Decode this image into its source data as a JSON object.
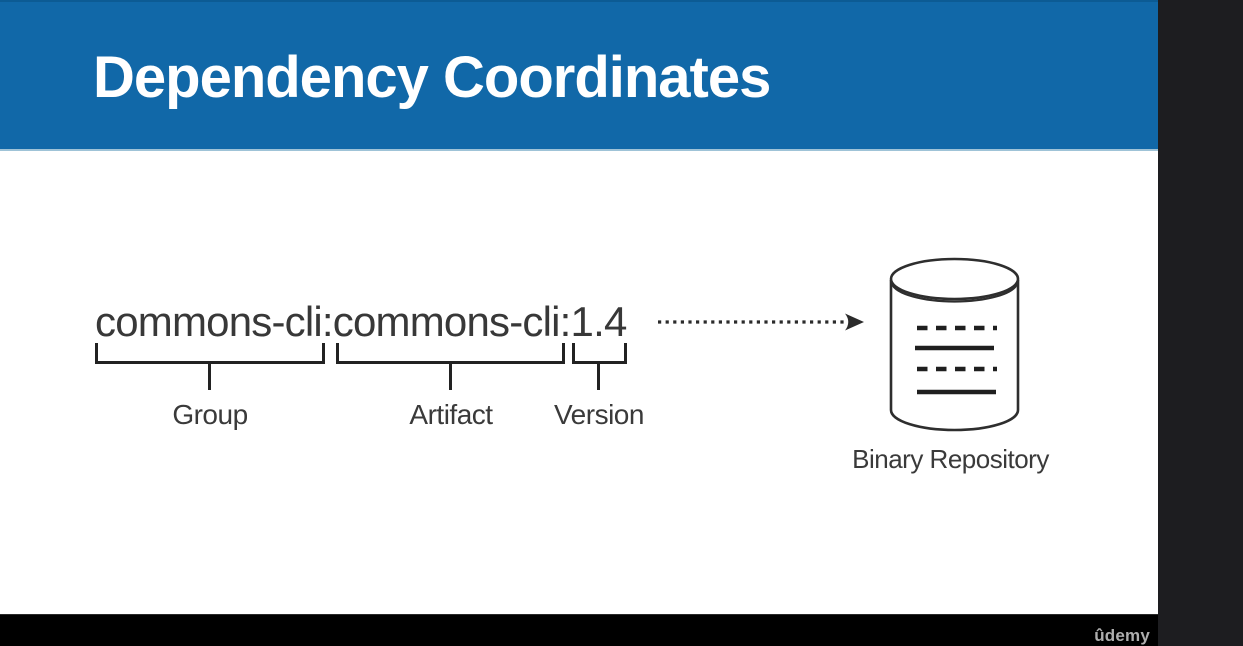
{
  "slide": {
    "title": "Dependency Coordinates",
    "coordinate": "commons-cli:commons-cli:1.4",
    "brackets": [
      {
        "label": "Group"
      },
      {
        "label": "Artifact"
      },
      {
        "label": "Version"
      }
    ],
    "repository_label": "Binary Repository"
  },
  "player": {
    "watermark": "ûdemy"
  },
  "icons": {
    "arrow": "dotted-arrow-right-icon",
    "repository": "database-cylinder-icon"
  },
  "colors": {
    "header_blue": "#1168a8",
    "slide_white": "#ffffff",
    "text_dark": "#383838",
    "line_black": "#222222",
    "player_bar_black": "#000000",
    "player_panel_dark": "#1d1d20",
    "watermark_gray": "#aeaeae"
  }
}
